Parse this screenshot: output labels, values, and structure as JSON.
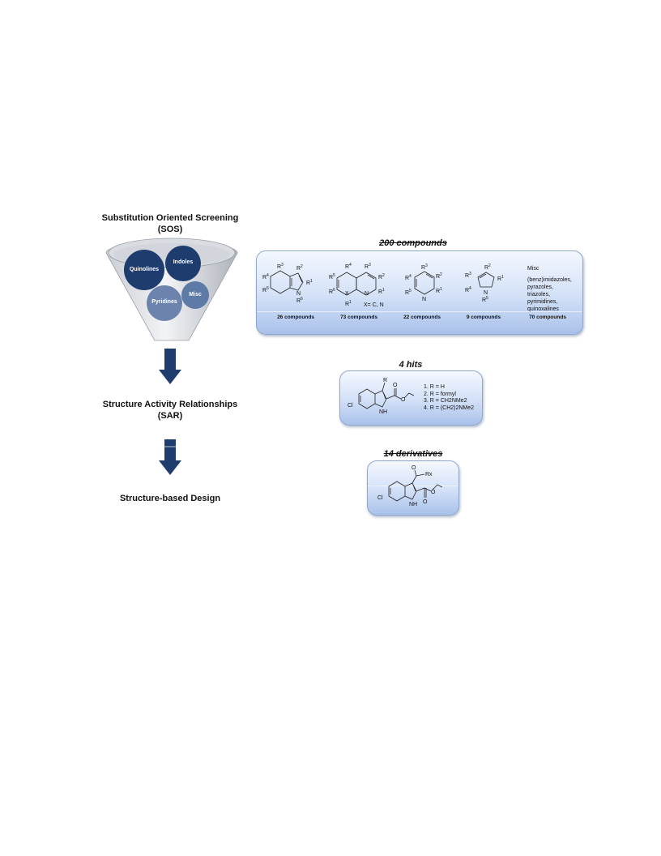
{
  "stages": {
    "sos_title": "Substitution Oriented Screening",
    "sos_abbr": "(SOS)",
    "sar_title": "Structure Activity Relationships",
    "sar_abbr": "(SAR)",
    "design_title": "Structure-based Design"
  },
  "funnel": {
    "quinolines": "Quinolines",
    "indoles": "Indoles",
    "misc": "Misc",
    "pyridines": "Pyridines"
  },
  "compounds_box": {
    "title": "200 compounds",
    "counts": [
      "26 compounds",
      "73 compounds",
      "22 compounds",
      "9 compounds",
      "70 compounds"
    ],
    "xnote": "X= C, N",
    "misc_label": "Misc",
    "misc_list": [
      "(benz)imidazoles,",
      "pyrazoles,",
      "triazoles,",
      "pyrimidines,",
      "quinoxalines"
    ]
  },
  "hits_box": {
    "title": "4 hits",
    "items": [
      "1. R = H",
      "2. R = formyl",
      "3. R = CH2NMe2",
      "4. R = (CH2)2NMe2"
    ]
  },
  "derivatives_box": {
    "title": "14 derivatives"
  },
  "chem_labels": {
    "r1": "R",
    "r1s": "1",
    "r2s": "2",
    "r3s": "3",
    "r4s": "4",
    "r5s": "5",
    "r6s": "6",
    "n": "N",
    "nh": "NH",
    "h": "H",
    "x": "X",
    "cl": "Cl",
    "o": "O",
    "r": "R",
    "rx": "Rx"
  },
  "colors": {
    "funnel_dark": "#1f3c6e",
    "funnel_mid": "#5e7aa6",
    "arrow": "#1f3c6e",
    "box_border": "#8fa8cc"
  }
}
